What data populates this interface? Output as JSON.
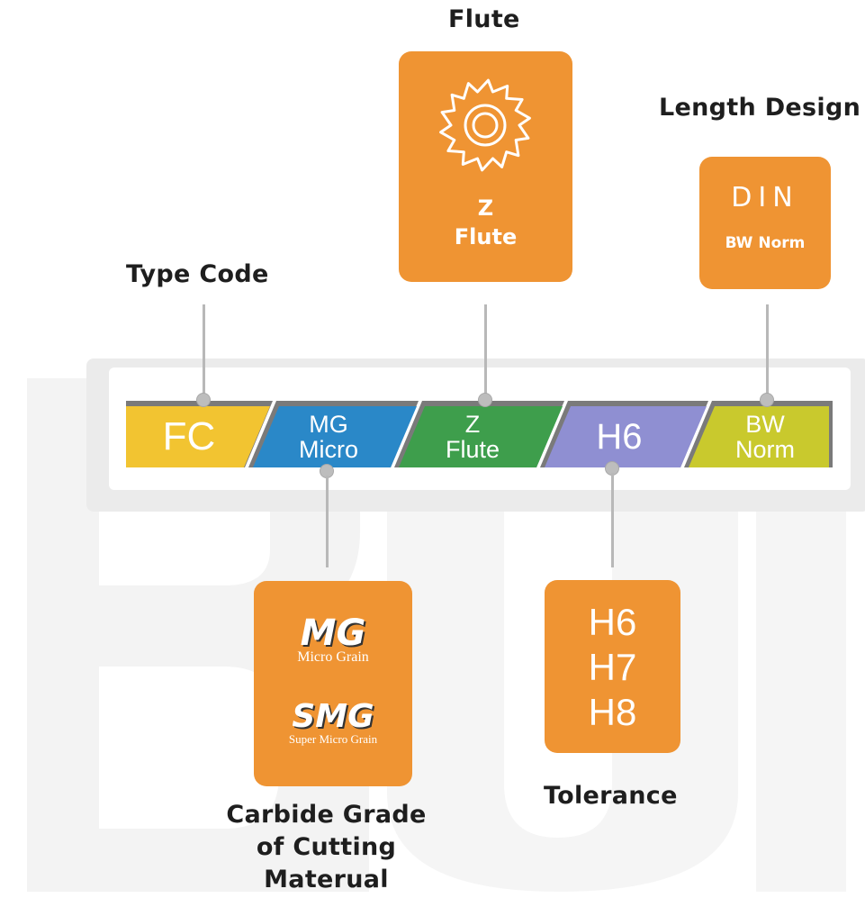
{
  "headings": {
    "flute": "Flute",
    "length_design": "Length Design",
    "type_code": "Type Code",
    "carbide_grade": [
      "Carbide Grade",
      "of Cutting",
      "Materual"
    ],
    "tolerance": "Tolerance"
  },
  "cards": {
    "flute": {
      "icon": "gear-blade-icon",
      "line1": "Z",
      "line2": "Flute"
    },
    "length": {
      "line1": "DIN",
      "line2": "BW Norm"
    },
    "grade": {
      "mg": "MG",
      "mg_sub": "Micro Grain",
      "smg": "SMG",
      "smg_sub": "Super Micro Grain"
    },
    "tolerance": {
      "values": [
        "H6",
        "H7",
        "H8"
      ]
    }
  },
  "segments": [
    {
      "line1": "FC",
      "line2": "",
      "color": "#f2c431"
    },
    {
      "line1": "MG",
      "line2": "Micro",
      "color": "#2a88c8"
    },
    {
      "line1": "Z",
      "line2": "Flute",
      "color": "#3e9e4c"
    },
    {
      "line1": "H6",
      "line2": "",
      "color": "#8f8fd2"
    },
    {
      "line1": "BW",
      "line2": "Norm",
      "color": "#c9c92d"
    }
  ],
  "colors": {
    "card": "#ef9433",
    "connector": "#b8b8b8",
    "frame": "#e9e9e9"
  }
}
